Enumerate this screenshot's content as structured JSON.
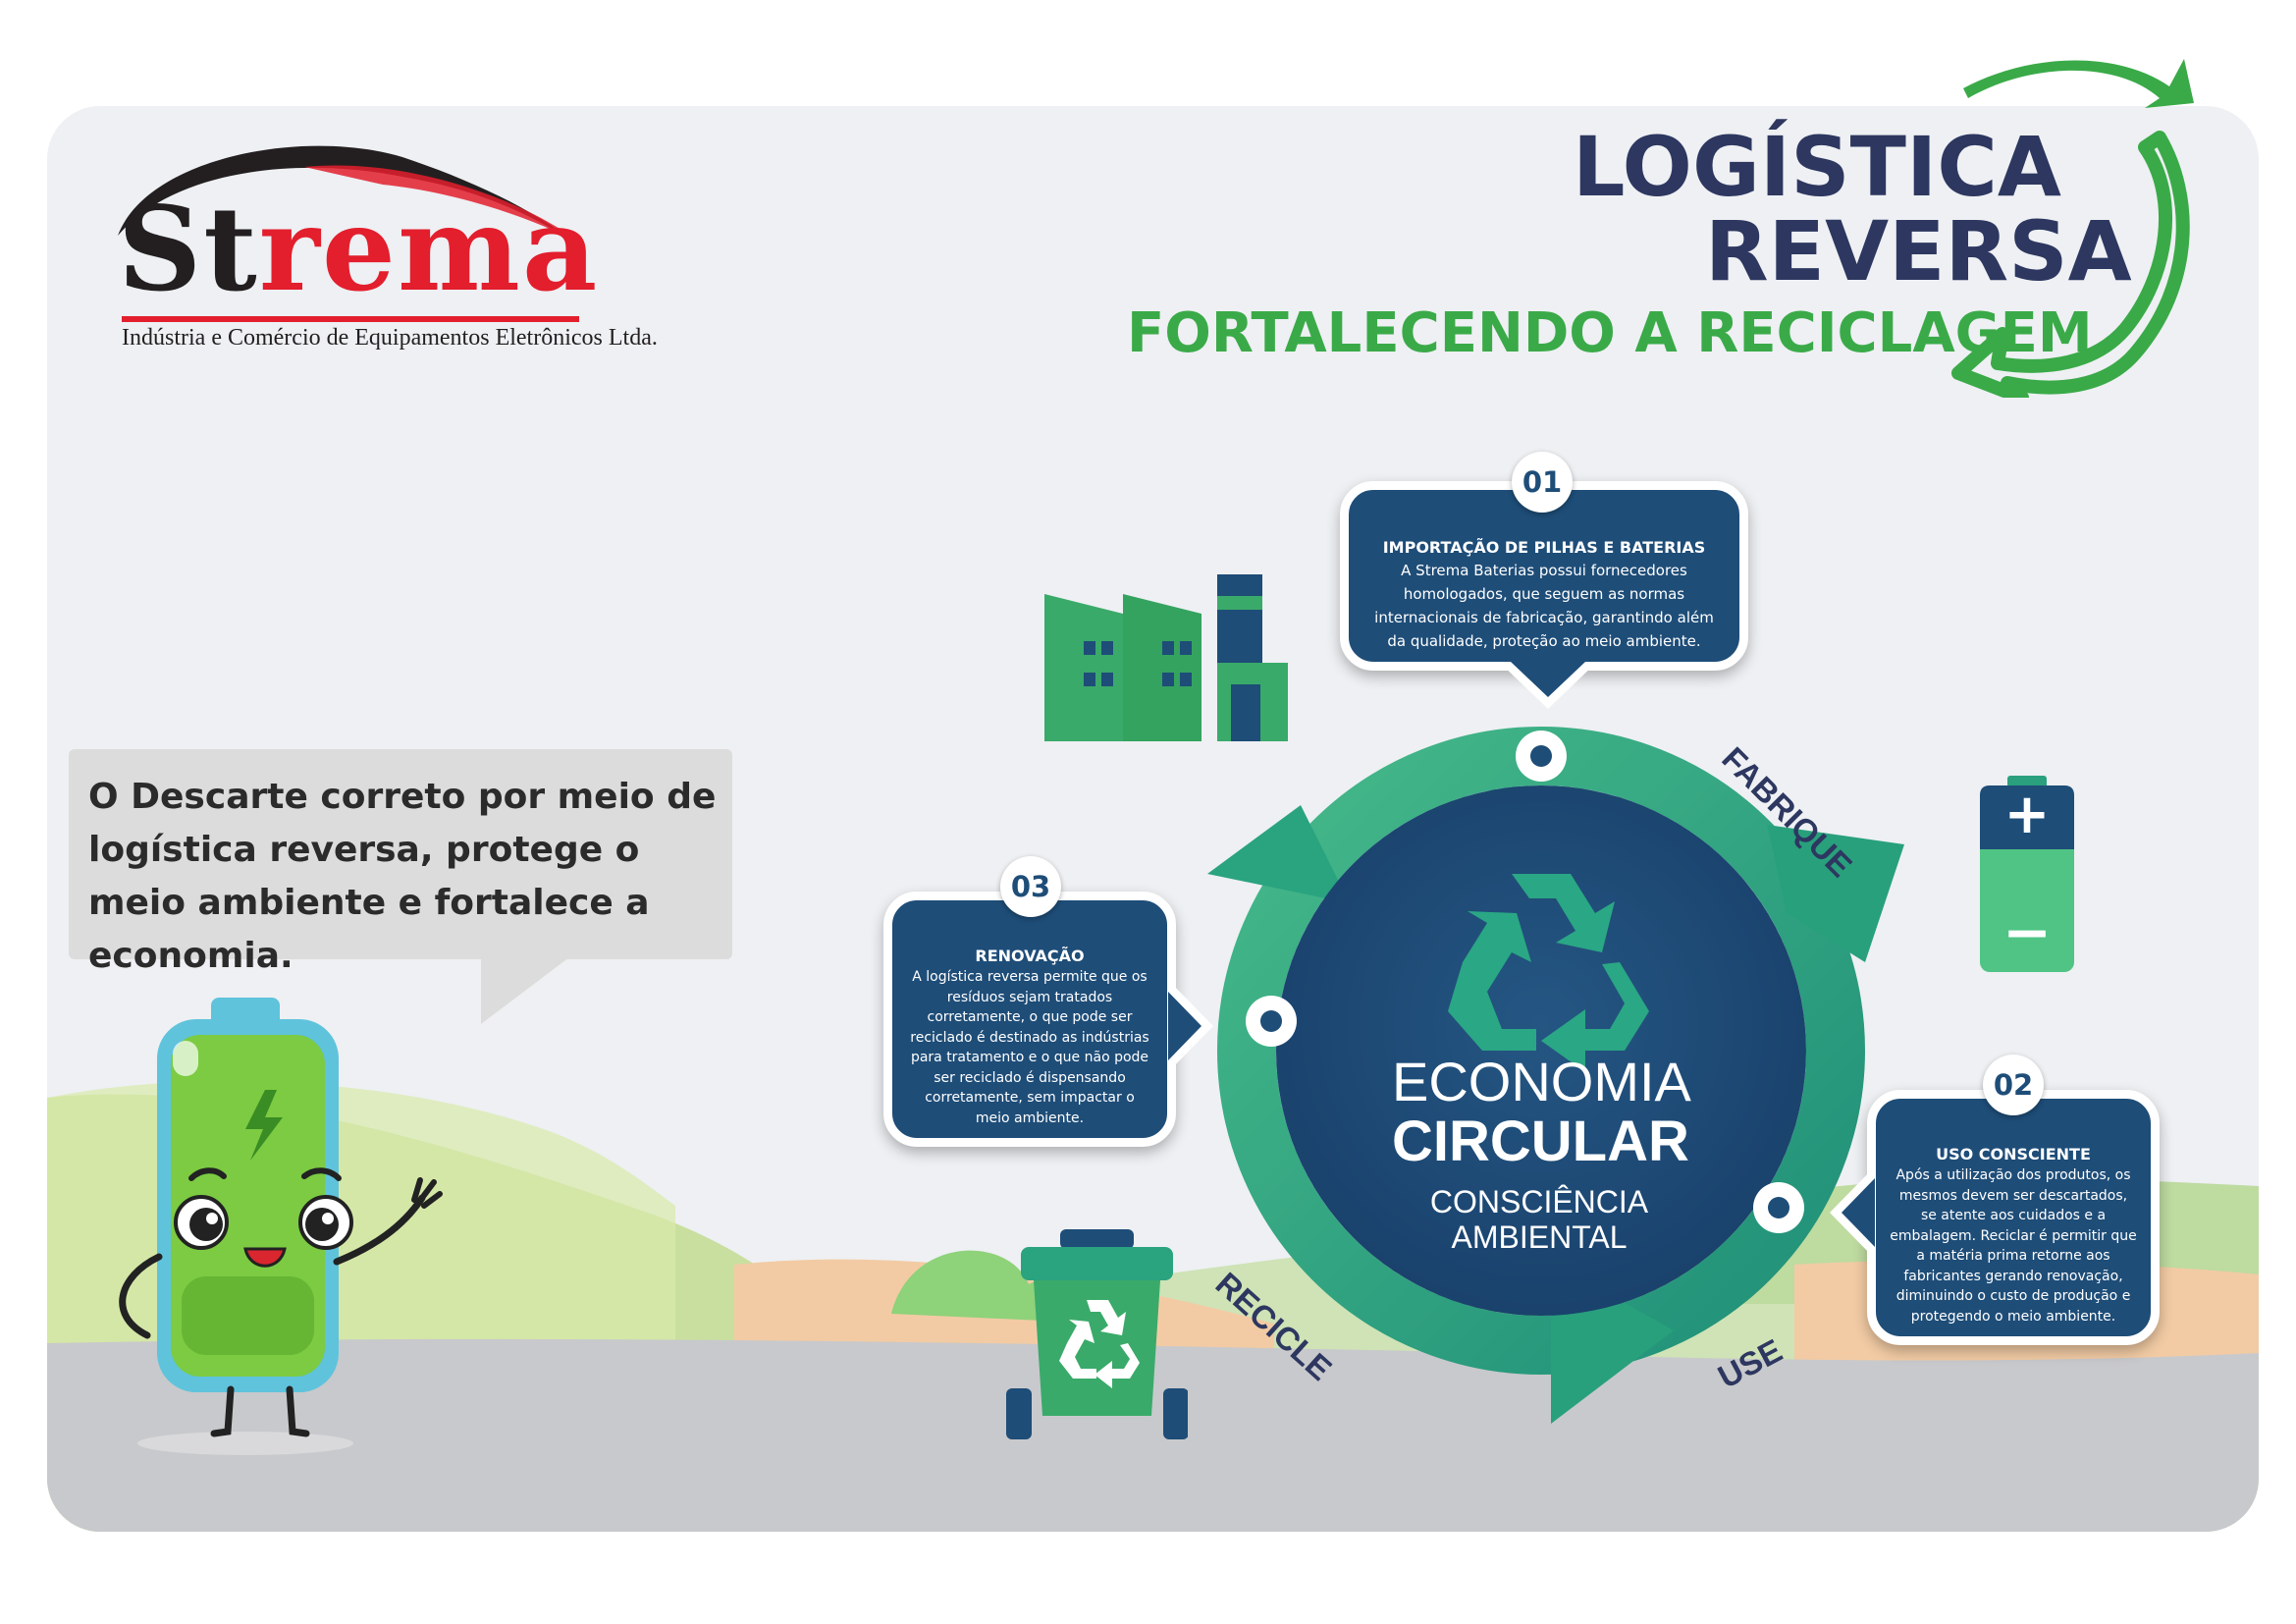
{
  "brand": {
    "name_start": "St",
    "name_accent": "rema",
    "tagline": "Indústria e Comércio de Equipamentos Eletrônicos Ltda."
  },
  "header": {
    "title_line1": "LOGÍSTICA",
    "title_line2": "REVERSA",
    "subtitle": "FORTALECENDO A RECICLAGEM"
  },
  "speech": {
    "text": "O Descarte correto por meio de logística reversa, protege o meio ambiente e fortalece a economia."
  },
  "center": {
    "line1": "ECONOMIA",
    "line2": "CIRCULAR",
    "line3": "CONSCIÊNCIA",
    "line4": "AMBIENTAL"
  },
  "cycle_labels": {
    "fabrique": "FABRIQUE",
    "use": "USE",
    "recicle": "RECICLE"
  },
  "steps": [
    {
      "number": "01",
      "title": "IMPORTAÇÃO DE PILHAS E BATERIAS",
      "text": "A Strema Baterias possui fornecedores homologados, que seguem as normas internacionais de fabricação, garantindo além da qualidade, proteção ao meio ambiente."
    },
    {
      "number": "02",
      "title": "USO CONSCIENTE",
      "text": "Após a utilização dos produtos, os mesmos devem ser descartados, se atente aos cuidados e a embalagem. Reciclar é permitir que a matéria prima retorne aos fabricantes gerando renovação, diminuindo o custo de produção e protegendo o meio ambiente."
    },
    {
      "number": "03",
      "title": "RENOVAÇÃO",
      "text": "A logística reversa permite que os resíduos sejam tratados corretamente, o que pode ser reciclado é destinado as indústrias para tratamento e o que não pode ser reciclado é dispensando corretamente, sem impactar o meio ambiente."
    }
  ],
  "icons": {
    "battery_plus": "+",
    "battery_minus": "−"
  },
  "colors": {
    "navy": "#1e4d78",
    "title_navy": "#2d3760",
    "green": "#3aaa48",
    "teal": "#2aa07e",
    "brand_red": "#e31e2d"
  }
}
